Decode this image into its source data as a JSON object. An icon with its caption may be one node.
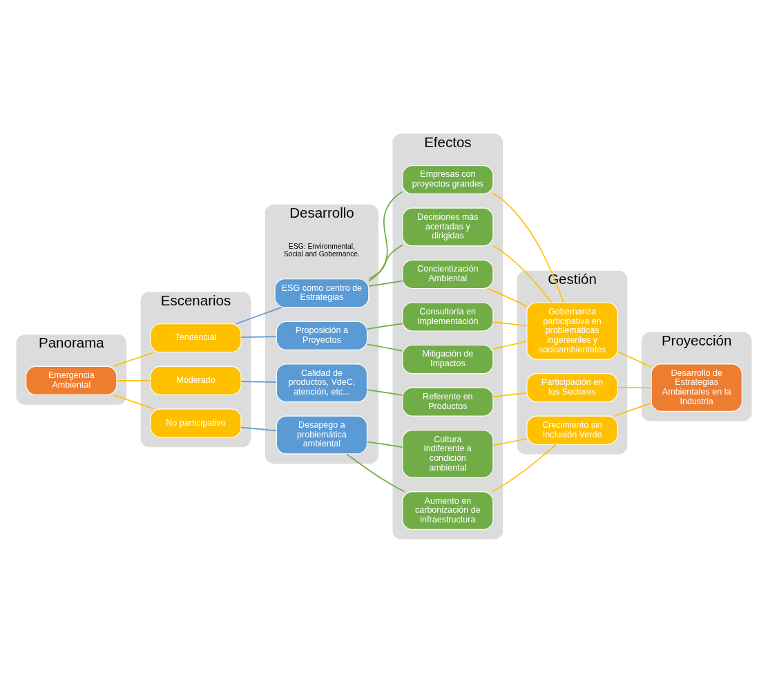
{
  "diagram": {
    "nodes": [
      {
        "text": [
          "Panorama"
        ]
      },
      {
        "text": [
          "Escenarios"
        ]
      },
      {
        "text": [
          "Desarrollo"
        ]
      },
      {
        "text": [
          "Efectos"
        ]
      },
      {
        "text": [
          "Gestión"
        ]
      },
      {
        "text": [
          "Proyección"
        ]
      },
      {
        "text": [
          "Emergencia Ambiental"
        ],
        "in": 0
      },
      {
        "text": [
          "Tendencial"
        ],
        "in": 1
      },
      {
        "text": [
          "Moderado"
        ],
        "in": 1
      },
      {
        "text": [
          "No participativo"
        ],
        "in": 1
      },
      {
        "text": [
          "ESG como centro de Estrategias"
        ],
        "in": 2,
        "beside": [
          "ESG: Environmental, Social and Gobernance."
        ]
      },
      {
        "text": [
          "Proposición a Proyectos"
        ],
        "in": 2
      },
      {
        "text": [
          "Calidad de productos, VdeC, atención, etc..."
        ],
        "in": 2
      },
      {
        "text": [
          "Desapego a problemática ambiental"
        ],
        "in": 2
      },
      {
        "text": [
          "Empresas con proyectos grandes"
        ],
        "in": 3
      },
      {
        "text": [
          "Decisiones más acertadas y dirigidas"
        ],
        "in": 3
      },
      {
        "text": [
          "Concientización Ambiental"
        ],
        "in": 3
      },
      {
        "text": [
          "Consultoría en Implementación"
        ],
        "in": 3
      },
      {
        "text": [
          "Mitigación de Impactos"
        ],
        "in": 3
      },
      {
        "text": [
          "Referente en Productos"
        ],
        "in": 3
      },
      {
        "text": [
          "Cultura indiferente a condición ambiental"
        ],
        "in": 3
      },
      {
        "text": [
          "Aumento en carbonización de infraestructura"
        ],
        "in": 3
      },
      {
        "text": [
          "Gobernanza participativa en problemáticas ingenieriles y socioambientales"
        ],
        "in": 4
      },
      {
        "text": [
          "Participación en los Sectores"
        ],
        "in": 4
      },
      {
        "text": [
          "Crecimiento sin Inclusión Verde"
        ],
        "in": 4
      },
      {
        "text": [
          "Desarrollo de Estrategias Ambientales en la Industria"
        ],
        "in": 5
      }
    ],
    "edges": [
      {
        "from": 6,
        "to": 7,
        "arrow": "none"
      },
      {
        "from": 6,
        "to": 8,
        "arrow": "none"
      },
      {
        "from": 6,
        "to": 9,
        "arrow": "none"
      },
      {
        "from": 7,
        "to": 10,
        "arrow": "none",
        "color": "#5b9bd5"
      },
      {
        "from": 7,
        "to": 11,
        "arrow": "none",
        "color": "#5b9bd5"
      },
      {
        "from": 8,
        "to": 12,
        "arrow": "none",
        "color": "#5b9bd5"
      },
      {
        "from": 9,
        "to": 13,
        "arrow": "none",
        "color": "#5b9bd5"
      },
      {
        "from": 10,
        "to": 14,
        "arrow": "none",
        "color": "#70ad47"
      },
      {
        "from": 10,
        "to": 15,
        "arrow": "none",
        "color": "#70ad47"
      },
      {
        "from": 10,
        "to": 16,
        "arrow": "none",
        "color": "#70ad47"
      },
      {
        "from": 11,
        "to": 17,
        "arrow": "none",
        "color": "#70ad47"
      },
      {
        "from": 11,
        "to": 18,
        "arrow": "none",
        "color": "#70ad47"
      },
      {
        "from": 12,
        "to": 19,
        "arrow": "none",
        "color": "#70ad47"
      },
      {
        "from": 13,
        "to": 20,
        "arrow": "none",
        "color": "#70ad47"
      },
      {
        "from": 13,
        "to": 21,
        "arrow": "none",
        "color": "#70ad47"
      },
      {
        "from": 14,
        "to": 22,
        "arrow": "none"
      },
      {
        "from": 15,
        "to": 22,
        "arrow": "none"
      },
      {
        "from": 16,
        "to": 22,
        "arrow": "none"
      },
      {
        "from": 17,
        "to": 22,
        "arrow": "none"
      },
      {
        "from": 18,
        "to": 22,
        "arrow": "none"
      },
      {
        "from": 19,
        "to": 23,
        "arrow": "none"
      },
      {
        "from": 20,
        "to": 24,
        "arrow": "none"
      },
      {
        "from": 21,
        "to": 24,
        "arrow": "none"
      },
      {
        "from": 22,
        "to": 25,
        "arrow": "none"
      },
      {
        "from": 23,
        "to": 25,
        "arrow": "none"
      },
      {
        "from": 24,
        "to": 25,
        "arrow": "none"
      }
    ]
  }
}
